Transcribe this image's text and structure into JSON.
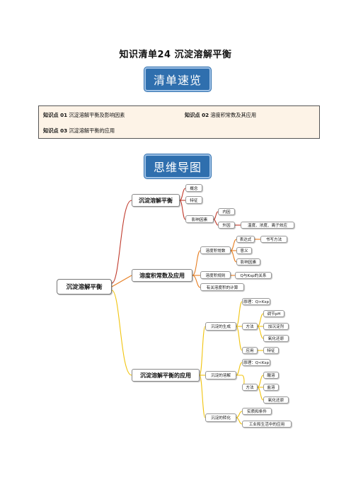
{
  "doc": {
    "title": "知识清单24    沉淀溶解平衡",
    "banner1": "清单速览",
    "banner2": "思维导图"
  },
  "knowledge_points": [
    {
      "tag": "知识点 01",
      "text": " 沉淀溶解平衡及影响因素"
    },
    {
      "tag": "知识点 02",
      "text": " 溶度积常数及其应用"
    },
    {
      "tag": "知识点 03",
      "text": " 沉淀溶解平衡的应用"
    }
  ],
  "mindmap": {
    "root": "沉淀溶解平衡",
    "b1": {
      "label": "沉淀溶解平衡",
      "c1": "概念",
      "c2": "特征",
      "c3": "影响因素",
      "d1": "内因",
      "d2": "外因",
      "e1": "温度、浓度、离子效应"
    },
    "b2": {
      "label": "溶度积常数及应用",
      "c1": "溶度积常数",
      "d1": "表达式",
      "e1": "书写方法",
      "d2": "意义",
      "d3": "影响因素",
      "c2": "溶度积规则",
      "d4": "Q与Ksp的关系",
      "c3": "有关溶度积的计算"
    },
    "b3": {
      "label": "沉淀溶解平衡的应用",
      "c1": "沉淀的生成",
      "d1": "原理：Q>Ksp",
      "d2": "方法",
      "e1": "调节pH",
      "e2": "加沉淀剂",
      "e3": "氧化还原",
      "d3": "应用",
      "e4": "特征",
      "c2": "沉淀的溶解",
      "d4": "原理：Q<Ksp",
      "d5": "方法",
      "e5": "酸溶",
      "e6": "盐溶",
      "e7": "氧化还原",
      "c3": "沉淀的转化",
      "d6": "实质和条件",
      "d7": "工业和生活中的应用"
    }
  },
  "colors": {
    "branch_red": "#c0392b",
    "branch_orange": "#e67e22",
    "branch_yellow": "#f1c40f",
    "banner": "#2f6fae"
  }
}
